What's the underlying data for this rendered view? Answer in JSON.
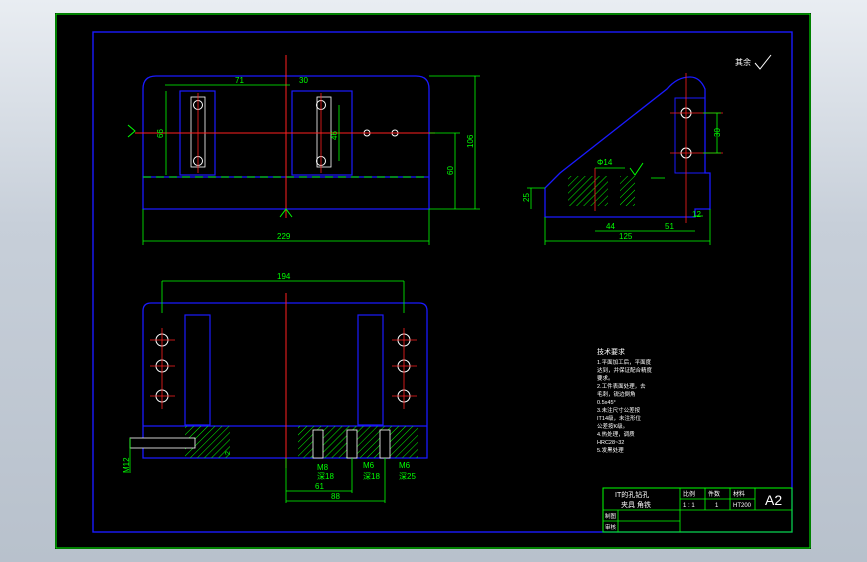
{
  "colors": {
    "background": "#000000",
    "frame": "#00ff00",
    "part_outline": "#1a1aff",
    "dimension": "#00ff00",
    "center_line": "#ff2020",
    "hatch": "#00ff00",
    "text": "#ffffff"
  },
  "drawing": {
    "sheet_size": "A2",
    "roughness_note": "其余",
    "top_view": {
      "dims": {
        "d71": "71",
        "d30": "30",
        "d66": "66",
        "d46": "46",
        "d106": "106",
        "d60": "60",
        "d229": "229"
      }
    },
    "side_view": {
      "dims": {
        "d25": "25",
        "d14": "Φ14",
        "d30": "30",
        "d44": "44",
        "d51": "51",
        "d12": "12",
        "d125": "125"
      }
    },
    "front_view": {
      "dims": {
        "d194": "194",
        "m12": "M12",
        "m8": "M8",
        "m8_depth": "深18",
        "m6": "M6",
        "m6_depth": "深18",
        "m6b": "M6",
        "m6b_depth": "深25",
        "d61": "61",
        "d88": "88",
        "d2": "2"
      }
    },
    "tech_notes": {
      "title": "技术要求",
      "lines": [
        "1.平面加工后，平面度",
        "达到，并保证配合精度",
        "要求。",
        "2.工件表面处理，去",
        "毛刺，锐边倒角",
        "0.5x45°",
        "3.未注尺寸公差按",
        "IT14级，未注形位",
        "公差按K级。",
        "4.热处理，调质",
        "HRC28~32",
        "5.发黑处理"
      ]
    },
    "title_block": {
      "part_name_1": "IT的孔钻孔",
      "part_name_2": "夹具 角铁",
      "col_scale": "比例",
      "col_qty": "件数",
      "col_mat": "材料",
      "scale": "1 : 1",
      "qty": "1",
      "material": "HT200",
      "sheet": "A2",
      "drawn": "制图",
      "checked": "审核"
    }
  }
}
